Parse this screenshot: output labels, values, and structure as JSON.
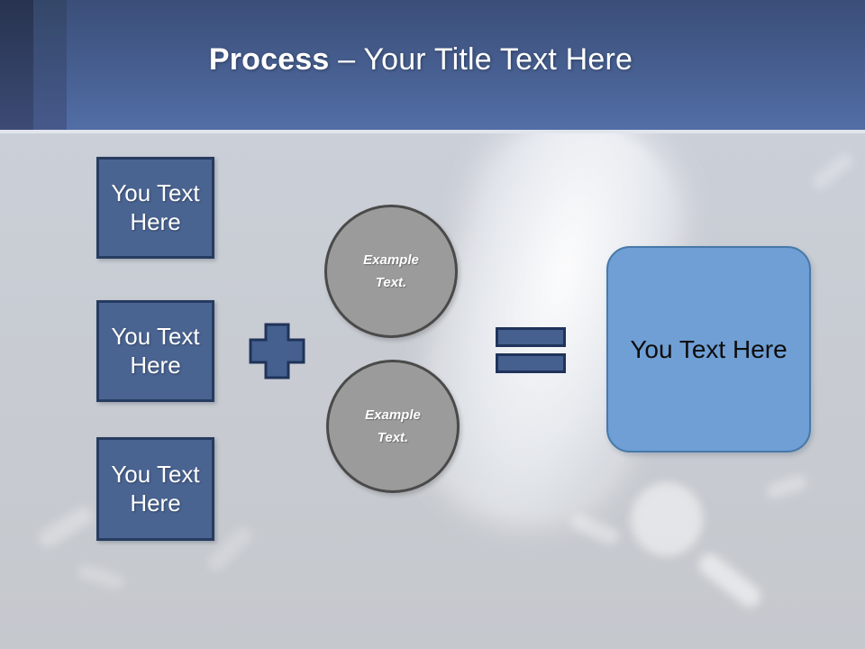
{
  "header": {
    "title_bold": "Process",
    "title_rest": " – Your Title Text Here"
  },
  "input_boxes": [
    {
      "label": "You Text Here"
    },
    {
      "label": "You Text Here"
    },
    {
      "label": "You Text Here"
    }
  ],
  "operators": {
    "plus_icon": "plus-sign",
    "equals_icon": "equals-sign"
  },
  "example_circles": [
    {
      "label": "Example Text."
    },
    {
      "label": "Example Text."
    }
  ],
  "result_box": {
    "label": "You Text Here"
  },
  "colors": {
    "header_gradient_top": "#3a4e78",
    "header_gradient_bottom": "#526ea6",
    "body_background": "#c6cad1",
    "input_box_fill": "#4a6492",
    "input_box_border": "#263b5f",
    "operator_fill": "#45608e",
    "operator_border": "#20335a",
    "circle_fill": "#9b9b9b",
    "circle_border": "#4a4a4a",
    "result_fill": "#6f9fd4",
    "result_border": "#4679a9",
    "title_color": "#ffffff",
    "result_text_color": "#0d0d0d"
  }
}
